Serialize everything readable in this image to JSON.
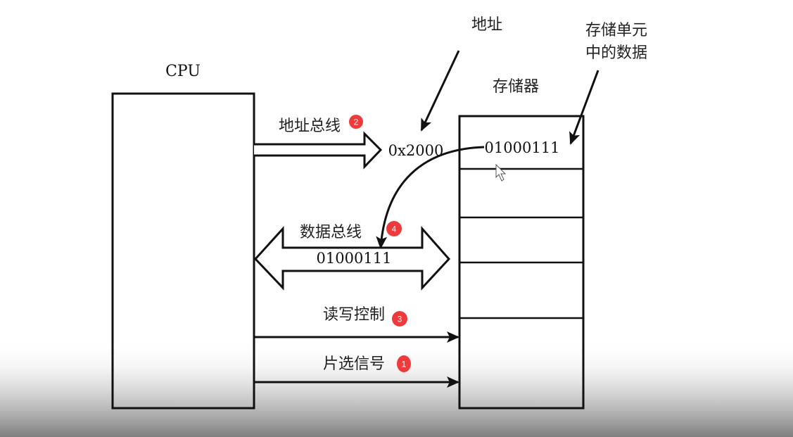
{
  "cpu_label": "CPU",
  "memory_label": "存储器",
  "address_label": "地址",
  "cell_data_label": [
    "存储单元",
    "中的数据"
  ],
  "address_bus": {
    "label": "地址总线",
    "badge": "2",
    "value": "0x2000"
  },
  "data_bus": {
    "label": "数据总线",
    "badge": "4",
    "value": "01000111"
  },
  "memory_cell_value": "01000111",
  "read_write": {
    "label": "读写控制",
    "badge": "3"
  },
  "chip_select": {
    "label": "片选信号",
    "badge": "1"
  },
  "colors": {
    "badge": "#ee3a3a",
    "line": "#111111"
  }
}
